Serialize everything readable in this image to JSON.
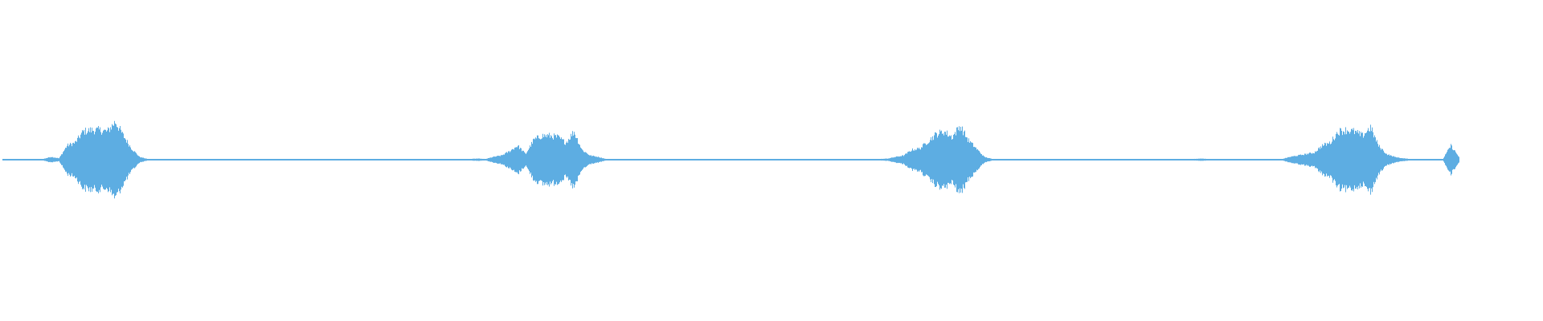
{
  "chart_data": {
    "type": "waveform",
    "title": "",
    "xlabel": "",
    "ylabel": "",
    "ylim": [
      -1,
      1
    ],
    "grid": false,
    "color": "#5dade2",
    "envelope_bins": 182,
    "envelope": [
      0.005,
      0.005,
      0.005,
      0.005,
      0.005,
      0.005,
      0.02,
      0.01,
      0.1,
      0.12,
      0.2,
      0.21,
      0.21,
      0.2,
      0.27,
      0.17,
      0.08,
      0.02,
      0.005,
      0.005,
      0.005,
      0.005,
      0.005,
      0.005,
      0.005,
      0.005,
      0.005,
      0.005,
      0.005,
      0.005,
      0.005,
      0.005,
      0.005,
      0.005,
      0.005,
      0.005,
      0.005,
      0.005,
      0.005,
      0.005,
      0.005,
      0.005,
      0.005,
      0.005,
      0.005,
      0.005,
      0.005,
      0.005,
      0.005,
      0.005,
      0.005,
      0.005,
      0.005,
      0.005,
      0.005,
      0.005,
      0.005,
      0.005,
      0.005,
      0.008,
      0.005,
      0.02,
      0.03,
      0.06,
      0.1,
      0.04,
      0.14,
      0.17,
      0.17,
      0.16,
      0.12,
      0.2,
      0.07,
      0.03,
      0.02,
      0.005,
      0.005,
      0.005,
      0.005,
      0.005,
      0.005,
      0.005,
      0.005,
      0.005,
      0.005,
      0.005,
      0.005,
      0.005,
      0.005,
      0.005,
      0.005,
      0.005,
      0.005,
      0.005,
      0.005,
      0.005,
      0.005,
      0.005,
      0.005,
      0.005,
      0.005,
      0.005,
      0.005,
      0.005,
      0.005,
      0.005,
      0.005,
      0.005,
      0.005,
      0.005,
      0.008,
      0.02,
      0.03,
      0.07,
      0.08,
      0.13,
      0.18,
      0.2,
      0.16,
      0.24,
      0.14,
      0.08,
      0.02,
      0.005,
      0.005,
      0.005,
      0.005,
      0.005,
      0.005,
      0.005,
      0.005,
      0.005,
      0.005,
      0.005,
      0.005,
      0.005,
      0.005,
      0.005,
      0.005,
      0.005,
      0.005,
      0.005,
      0.005,
      0.005,
      0.005,
      0.005,
      0.005,
      0.005,
      0.005,
      0.008,
      0.005,
      0.005,
      0.005,
      0.005,
      0.005,
      0.005,
      0.005,
      0.005,
      0.005,
      0.005,
      0.02,
      0.03,
      0.04,
      0.05,
      0.1,
      0.12,
      0.2,
      0.21,
      0.2,
      0.17,
      0.23,
      0.1,
      0.04,
      0.02,
      0.01,
      0.005,
      0.005,
      0.005,
      0.005,
      0.005,
      0.1,
      0.02
    ]
  }
}
